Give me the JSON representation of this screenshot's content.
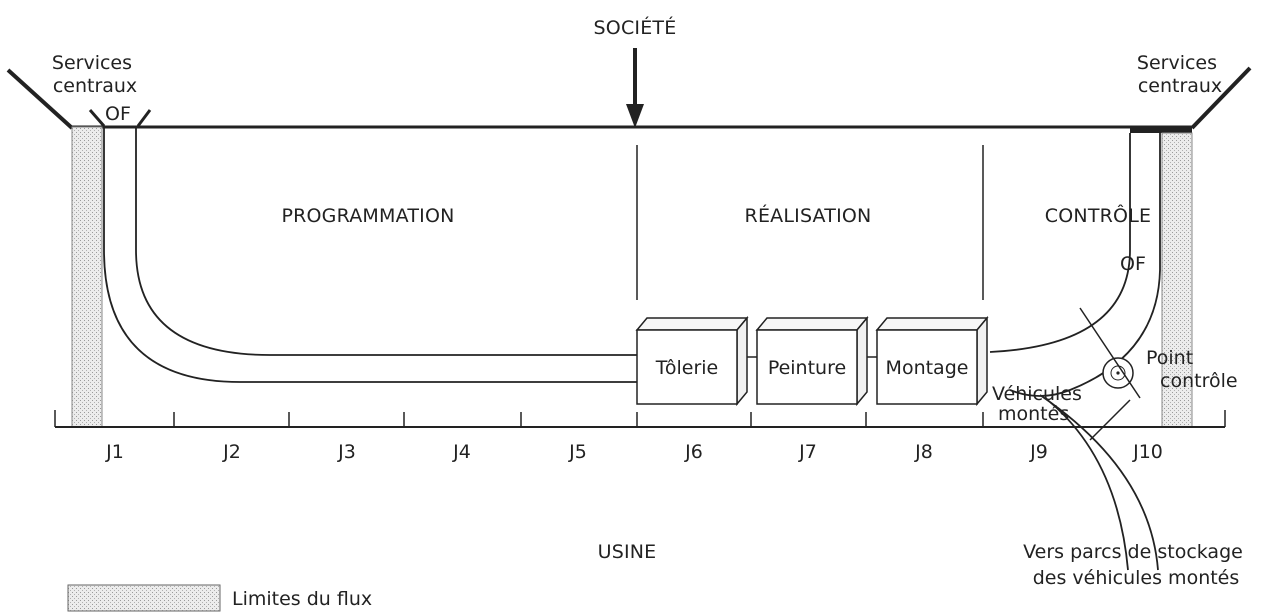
{
  "top_label": "SOCIÉTÉ",
  "left_services": [
    "Services",
    "centraux"
  ],
  "right_services": [
    "Services",
    "centraux"
  ],
  "of_label": "OF",
  "phases": [
    "PROGRAMMATION",
    "RÉALISATION",
    "CONTRÔLE"
  ],
  "workshops": [
    "Tôlerie",
    "Peinture",
    "Montage"
  ],
  "vehicles_out": [
    "Véhicules",
    "montés"
  ],
  "control_point": [
    "Point",
    "contrôle"
  ],
  "days": [
    "J1",
    "J2",
    "J3",
    "J4",
    "J5",
    "J6",
    "J7",
    "J8",
    "J9",
    "J10"
  ],
  "bottom_label": "USINE",
  "storage_label": [
    "Vers parcs de stockage",
    "des véhicules montés"
  ],
  "legend_label": "Limites du flux",
  "colors": {
    "line": "#222222",
    "hatch_fill": "#d9d9d9",
    "hatch_stroke": "#b5b5b5",
    "box_side": "#f3f3f3"
  }
}
